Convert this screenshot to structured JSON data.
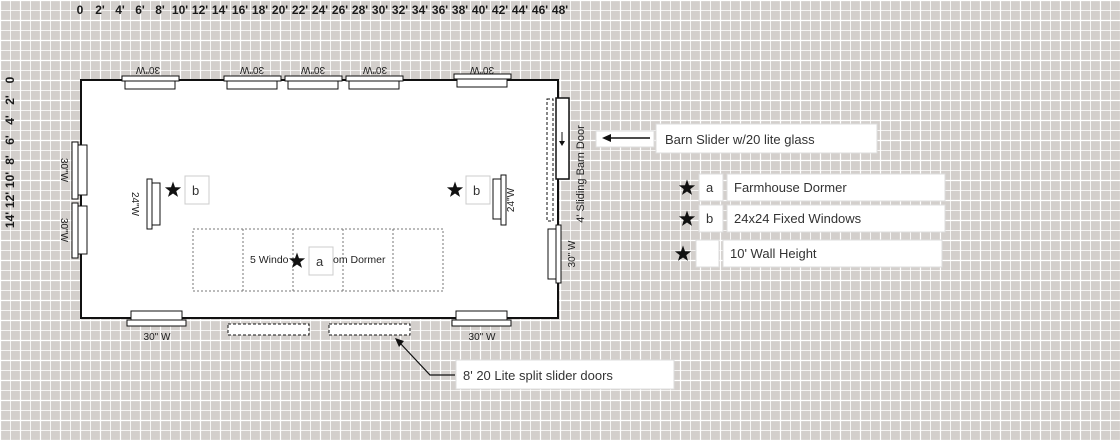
{
  "ruler": {
    "top": [
      "0",
      "2'",
      "4'",
      "6'",
      "8'",
      "10'",
      "12'",
      "14'",
      "16'",
      "18'",
      "20'",
      "22'",
      "24'",
      "26'",
      "28'",
      "30'",
      "32'",
      "34'",
      "36'",
      "38'",
      "40'",
      "42'",
      "44'",
      "46'",
      "48'"
    ],
    "left": [
      "0",
      "2'",
      "4'",
      "6'",
      "8'",
      "10'",
      "12'",
      "14'"
    ]
  },
  "windows": {
    "top_label": "30\"W",
    "bottom_label": "30\" W",
    "left_label": "30\"W",
    "interior_label": "24\"W",
    "right_label": "30\" W"
  },
  "door": {
    "label": "4' Sliding Barn Door"
  },
  "dormer": {
    "label": "5 Window Transom Dormer",
    "label_left": "5 Windo",
    "label_right": "om Dormer"
  },
  "markers": {
    "a": "a",
    "b": "b"
  },
  "notes": {
    "barn_slider": "Barn Slider w/20 lite glass",
    "slider_doors": "8' 20 Lite split slider doors"
  },
  "legend": [
    {
      "key": "a",
      "label": "Farmhouse Dormer"
    },
    {
      "key": "b",
      "label": "24x24 Fixed Windows"
    },
    {
      "key": "",
      "label": "10' Wall Height"
    }
  ],
  "icons": {
    "marker": "star-icon",
    "pointer": "arrow-icon"
  },
  "colors": {
    "background": "#d3cfcc",
    "grid": "#ffffff",
    "wall": "#111111",
    "floor": "#ffffff"
  }
}
